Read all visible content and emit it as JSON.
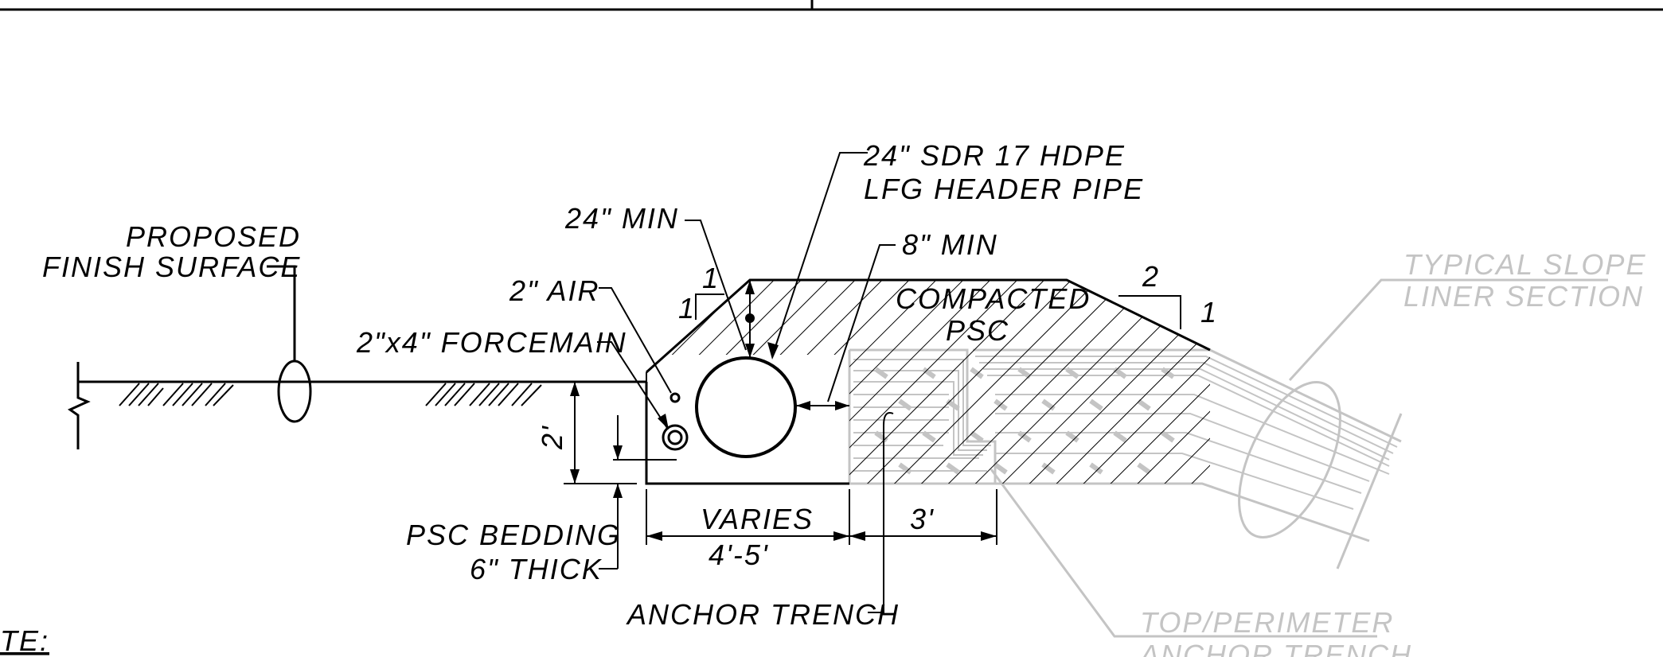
{
  "labels": {
    "pipe_line1": "24\" SDR 17 HDPE",
    "pipe_line2": "LFG HEADER PIPE",
    "min_24": "24\" MIN",
    "min_8": "8\" MIN",
    "proposed_line1": "PROPOSED",
    "proposed_line2": "FINISH SURFACE",
    "air": "2\" AIR",
    "forcemain": "2\"x4\" FORCEMAIN",
    "compacted_line1": "COMPACTED",
    "compacted_line2": "PSC",
    "slope_left_rise": "1",
    "slope_left_run": "1",
    "slope_right_run": "2",
    "slope_right_rise": "1",
    "dim_2ft": "2'",
    "bedding_line1": "PSC BEDDING",
    "bedding_line2": "6\" THICK",
    "varies": "VARIES",
    "width": "4'-5'",
    "dim_3ft": "3'",
    "anchor_trench": "ANCHOR TRENCH",
    "typical_line1": "TYPICAL SLOPE",
    "typical_line2": "LINER SECTION",
    "top_line1": "TOP/PERIMETER",
    "top_line2": "ANCHOR TRENCH",
    "note": "TE:"
  },
  "colors": {
    "ink": "#000000",
    "reference_grey": "#c4c4c4"
  }
}
